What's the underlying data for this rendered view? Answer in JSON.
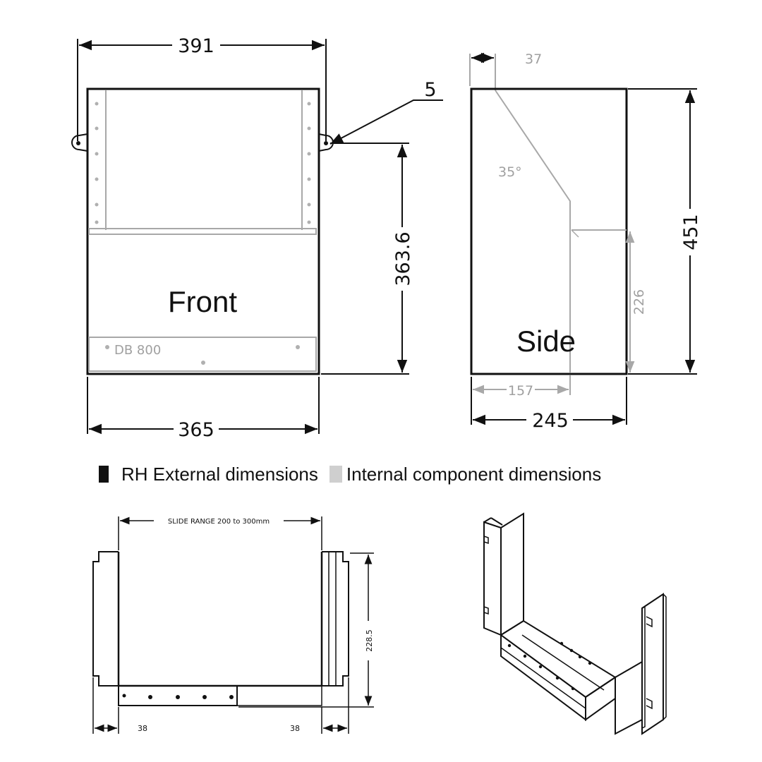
{
  "front_view": {
    "label": "Front",
    "overall_width": "391",
    "body_width": "365",
    "height": "363.6",
    "hinge_callout": "5",
    "model_label": "DB 800"
  },
  "side_view": {
    "label": "Side",
    "depth": "245",
    "height": "451",
    "top_offset": "37",
    "angle": "35°",
    "internal_depth": "157",
    "internal_height": "226"
  },
  "legend": {
    "external": "RH External dimensions",
    "internal": "Internal component dimensions"
  },
  "bracket_view": {
    "slide_range": "SLIDE RANGE 200 to 300mm",
    "height": "228.5",
    "left_offset": "38",
    "right_offset": "38"
  },
  "colors": {
    "external": "#111111",
    "internal": "#a8a8a8"
  }
}
